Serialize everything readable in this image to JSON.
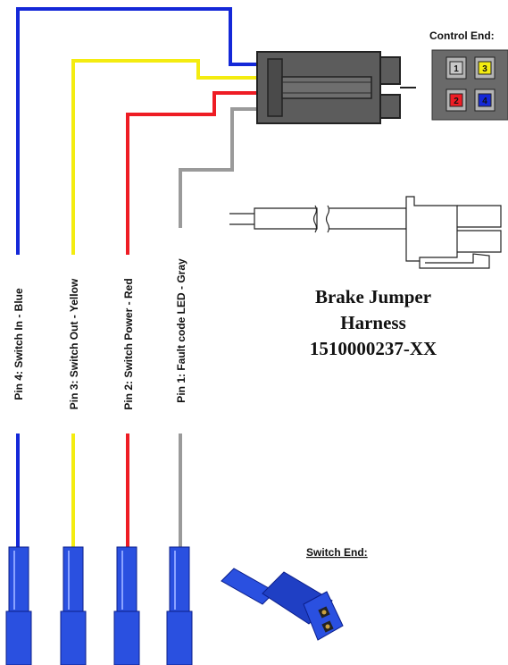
{
  "title_lines": [
    "Brake Jumper",
    "Harness",
    "1510000237-XX"
  ],
  "control_end_label": "Control End:",
  "switch_end_label": "Switch End:",
  "wires": [
    {
      "label": "Pin 4: Switch In - Blue",
      "color": "#1428d8"
    },
    {
      "label": "Pin 3: Switch Out - Yellow",
      "color": "#f4ec10"
    },
    {
      "label": "Pin 2: Switch Power - Red",
      "color": "#ee1c24"
    },
    {
      "label": "Pin 1: Fault code LED - Gray",
      "color": "#9a9a9a"
    }
  ],
  "pins": [
    {
      "number": "1",
      "color": "#c8c8c8"
    },
    {
      "number": "3",
      "color": "#f4ec10"
    },
    {
      "number": "2",
      "color": "#ee1c24"
    },
    {
      "number": "4",
      "color": "#1428d8"
    }
  ]
}
